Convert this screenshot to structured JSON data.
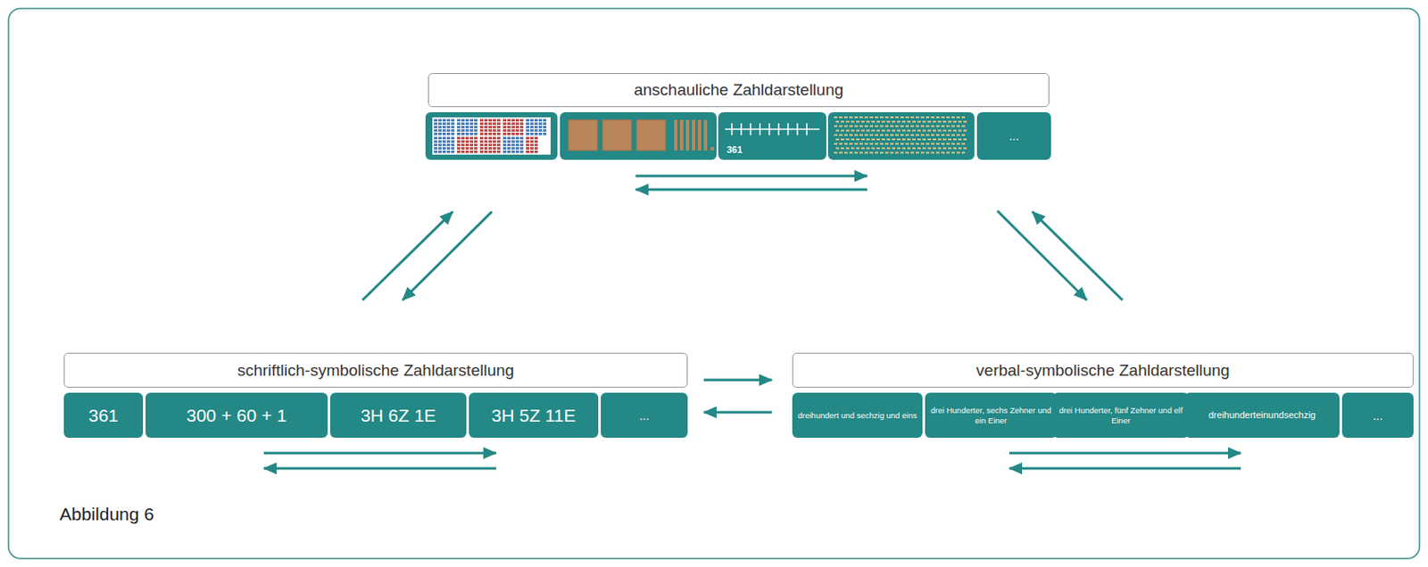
{
  "diagram": {
    "caption": "Abbildung 6",
    "nodes": [
      {
        "text": [
          "anschauliche Zahldarstellung"
        ]
      },
      {
        "text": [
          "361"
        ],
        "in": 0
      },
      {
        "text": [
          "..."
        ],
        "in": 0
      },
      {
        "text": [
          "schriftlich-symbolische Zahldarstellung"
        ]
      },
      {
        "text": [
          "361"
        ],
        "in": 3
      },
      {
        "text": [
          "300 + 60 + 1"
        ],
        "in": 3
      },
      {
        "text": [
          "3H 6Z 1E"
        ],
        "in": 3
      },
      {
        "text": [
          "3H 5Z 11E"
        ],
        "in": 3
      },
      {
        "text": [
          "..."
        ],
        "in": 3
      },
      {
        "text": [
          "verbal-symbolische Zahldarstellung"
        ]
      },
      {
        "text": [
          "dreihundert und sechzig und eins"
        ],
        "in": 9
      },
      {
        "text": [
          "drei Hunderter, sechs Zehner und ein Einer"
        ],
        "in": 9
      },
      {
        "text": [
          "drei Hunderter, fünf Zehner und elf Einer"
        ],
        "in": 9
      },
      {
        "text": [
          "dreihunderteinundsechzig"
        ],
        "in": 9
      },
      {
        "text": [
          "..."
        ],
        "in": 9
      }
    ],
    "edges": [
      {
        "from": 3,
        "to": 0,
        "arrow": "to"
      },
      {
        "from": 0,
        "to": 3,
        "arrow": "to"
      },
      {
        "from": 0,
        "to": 9,
        "arrow": "to"
      },
      {
        "from": 9,
        "to": 0,
        "arrow": "to"
      },
      {
        "from": 3,
        "to": 9,
        "arrow": "to"
      },
      {
        "from": 9,
        "to": 3,
        "arrow": "to"
      }
    ]
  }
}
